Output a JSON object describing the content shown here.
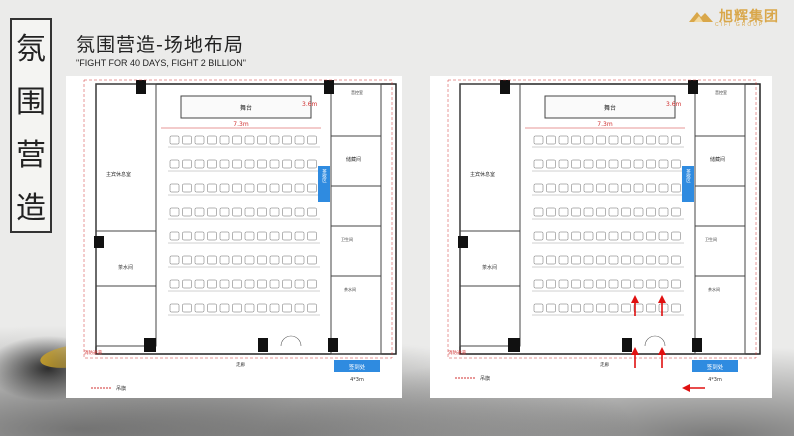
{
  "side_title": [
    "氛",
    "围",
    "营",
    "造"
  ],
  "header": {
    "title": "氛围营造-场地布局",
    "subtitle": "\"FIGHT FOR 40 DAYS, FIGHT 2 BILLION\""
  },
  "logo": {
    "name": "旭辉集团",
    "tagline": "CIFI GROUP",
    "color": "#d9a74a"
  },
  "plans": [
    {
      "stage_label": "舞台",
      "width_label": "7.3m",
      "depth_label": "3.6m",
      "room_labels": {
        "vip": "主宾休息室",
        "tea": "茶水间",
        "storage": "储藏间",
        "console": "音控室",
        "toilet": "卫生间",
        "equipment": "茶歇区",
        "tea_room_right": "茶水间",
        "corridor": "走廊",
        "fire_exit": "消防通道",
        "checkin": "签到处",
        "checkin_size": "4*3m",
        "legend": "吊旗"
      },
      "seat_rows": 8,
      "seat_cols": 12
    },
    {
      "stage_label": "舞台",
      "width_label": "7.3m",
      "depth_label": "3.6m",
      "room_labels": {
        "vip": "主宾休息室",
        "tea": "茶水间",
        "storage": "储藏间",
        "console": "音控室",
        "toilet": "卫生间",
        "equipment": "茶歇区",
        "tea_room_right": "茶水间",
        "corridor": "走廊",
        "fire_exit": "消防通道",
        "checkin": "签到处",
        "checkin_size": "4*3m",
        "legend": "吊旗"
      },
      "seat_rows": 8,
      "seat_cols": 12
    }
  ],
  "colors": {
    "wall": "#222222",
    "dim_line": "#d03030",
    "blue_box": "#2f8be0",
    "arrow": "#e01010"
  }
}
